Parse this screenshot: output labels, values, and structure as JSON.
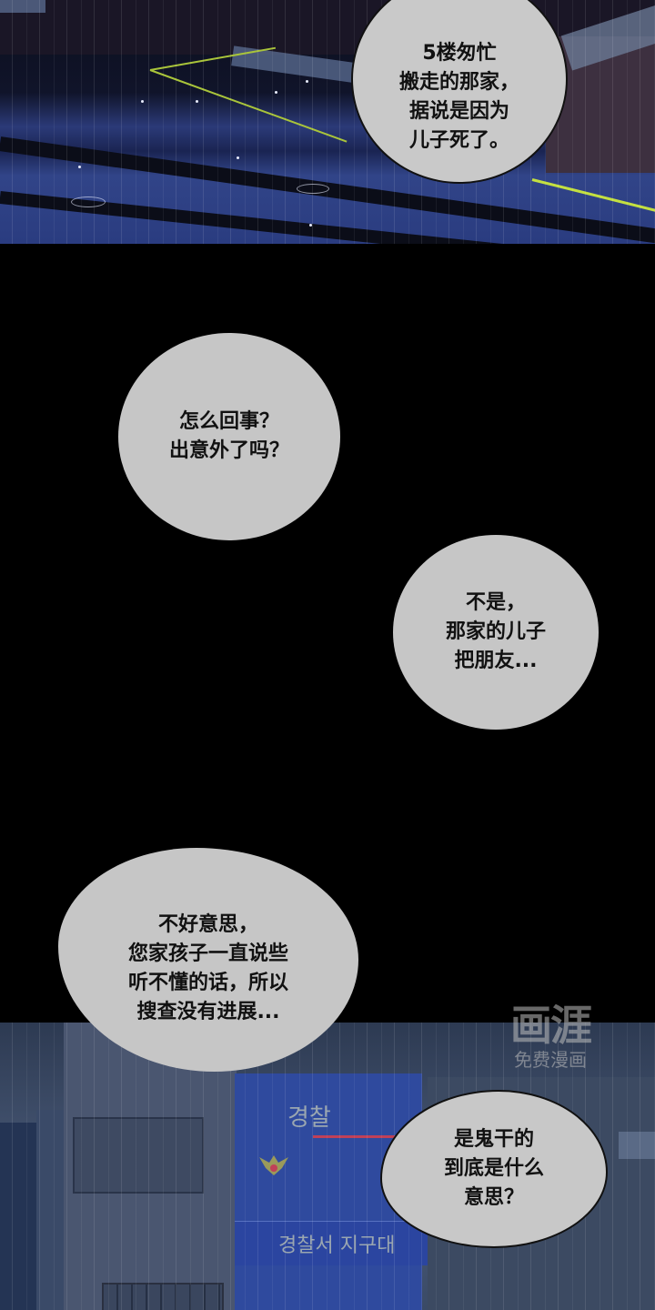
{
  "panels": [
    {
      "id": "top",
      "description": "rainy night street scene"
    },
    {
      "id": "middle",
      "description": "black background dialogue"
    },
    {
      "id": "bottom",
      "description": "police station in rain"
    }
  ],
  "bubbles": [
    {
      "lines": [
        "5楼匆忙",
        "搬走的那家，",
        "据说是因为",
        "儿子死了。"
      ]
    },
    {
      "lines": [
        "怎么回事？",
        "出意外了吗？"
      ]
    },
    {
      "lines": [
        "不是，",
        "那家的儿子",
        "把朋友..."
      ]
    },
    {
      "lines": [
        "不好意思，",
        "您家孩子一直说些",
        "听不懂的话，所以",
        "搜查没有进展..."
      ]
    },
    {
      "lines": [
        "是鬼干的",
        "到底是什么",
        "意思？"
      ]
    }
  ],
  "signage": {
    "station_top": "경찰",
    "station_band": "경찰서 지구대"
  },
  "watermark": {
    "logo": "画涯",
    "tagline": "免费漫画"
  },
  "colors": {
    "bubble_fill": "#c6c6c6",
    "background": "#000000",
    "station_blue": "#2f4a9e",
    "accent_line": "#a9c43a"
  }
}
